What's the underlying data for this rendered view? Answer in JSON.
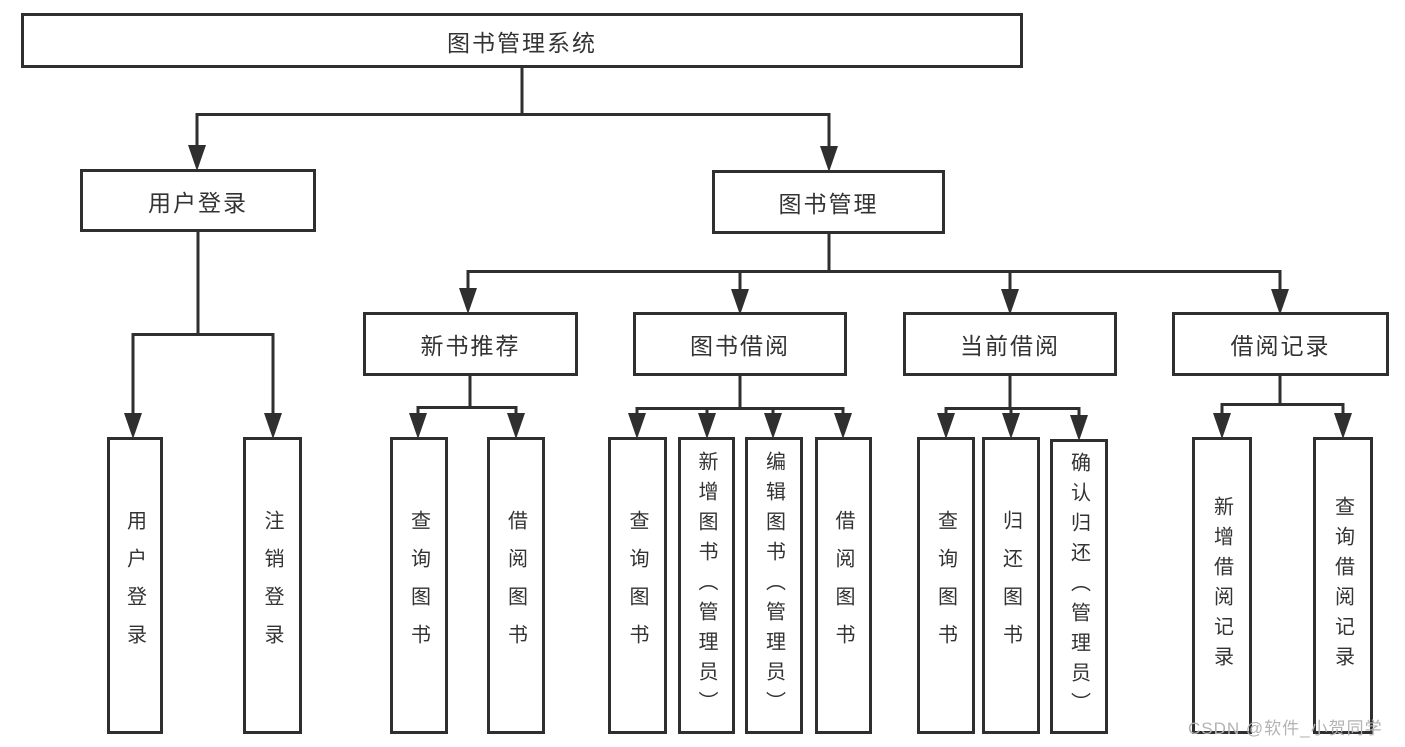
{
  "diagram": {
    "title": "图书管理系统",
    "tree": {
      "label": "图书管理系统",
      "children": [
        {
          "label": "用户登录",
          "children": [
            {
              "label": "用户登录"
            },
            {
              "label": "注销登录"
            }
          ]
        },
        {
          "label": "图书管理",
          "children": [
            {
              "label": "新书推荐",
              "children": [
                {
                  "label": "查询图书"
                },
                {
                  "label": "借阅图书"
                }
              ]
            },
            {
              "label": "图书借阅",
              "children": [
                {
                  "label": "查询图书"
                },
                {
                  "label": "新增图书（管理员）"
                },
                {
                  "label": "编辑图书（管理员）"
                },
                {
                  "label": "借阅图书"
                }
              ]
            },
            {
              "label": "当前借阅",
              "children": [
                {
                  "label": "查询图书"
                },
                {
                  "label": "归还图书"
                },
                {
                  "label": "确认归还（管理员）"
                }
              ]
            },
            {
              "label": "借阅记录",
              "children": [
                {
                  "label": "新增借阅记录"
                },
                {
                  "label": "查询借阅记录"
                }
              ]
            }
          ]
        }
      ]
    },
    "colors": {
      "line": "#2f2f2f",
      "text": "#333333",
      "background": "#ffffff",
      "watermark": "#b3b3b3"
    }
  },
  "watermark": {
    "text": "CSDN @软件_小贺同学"
  }
}
